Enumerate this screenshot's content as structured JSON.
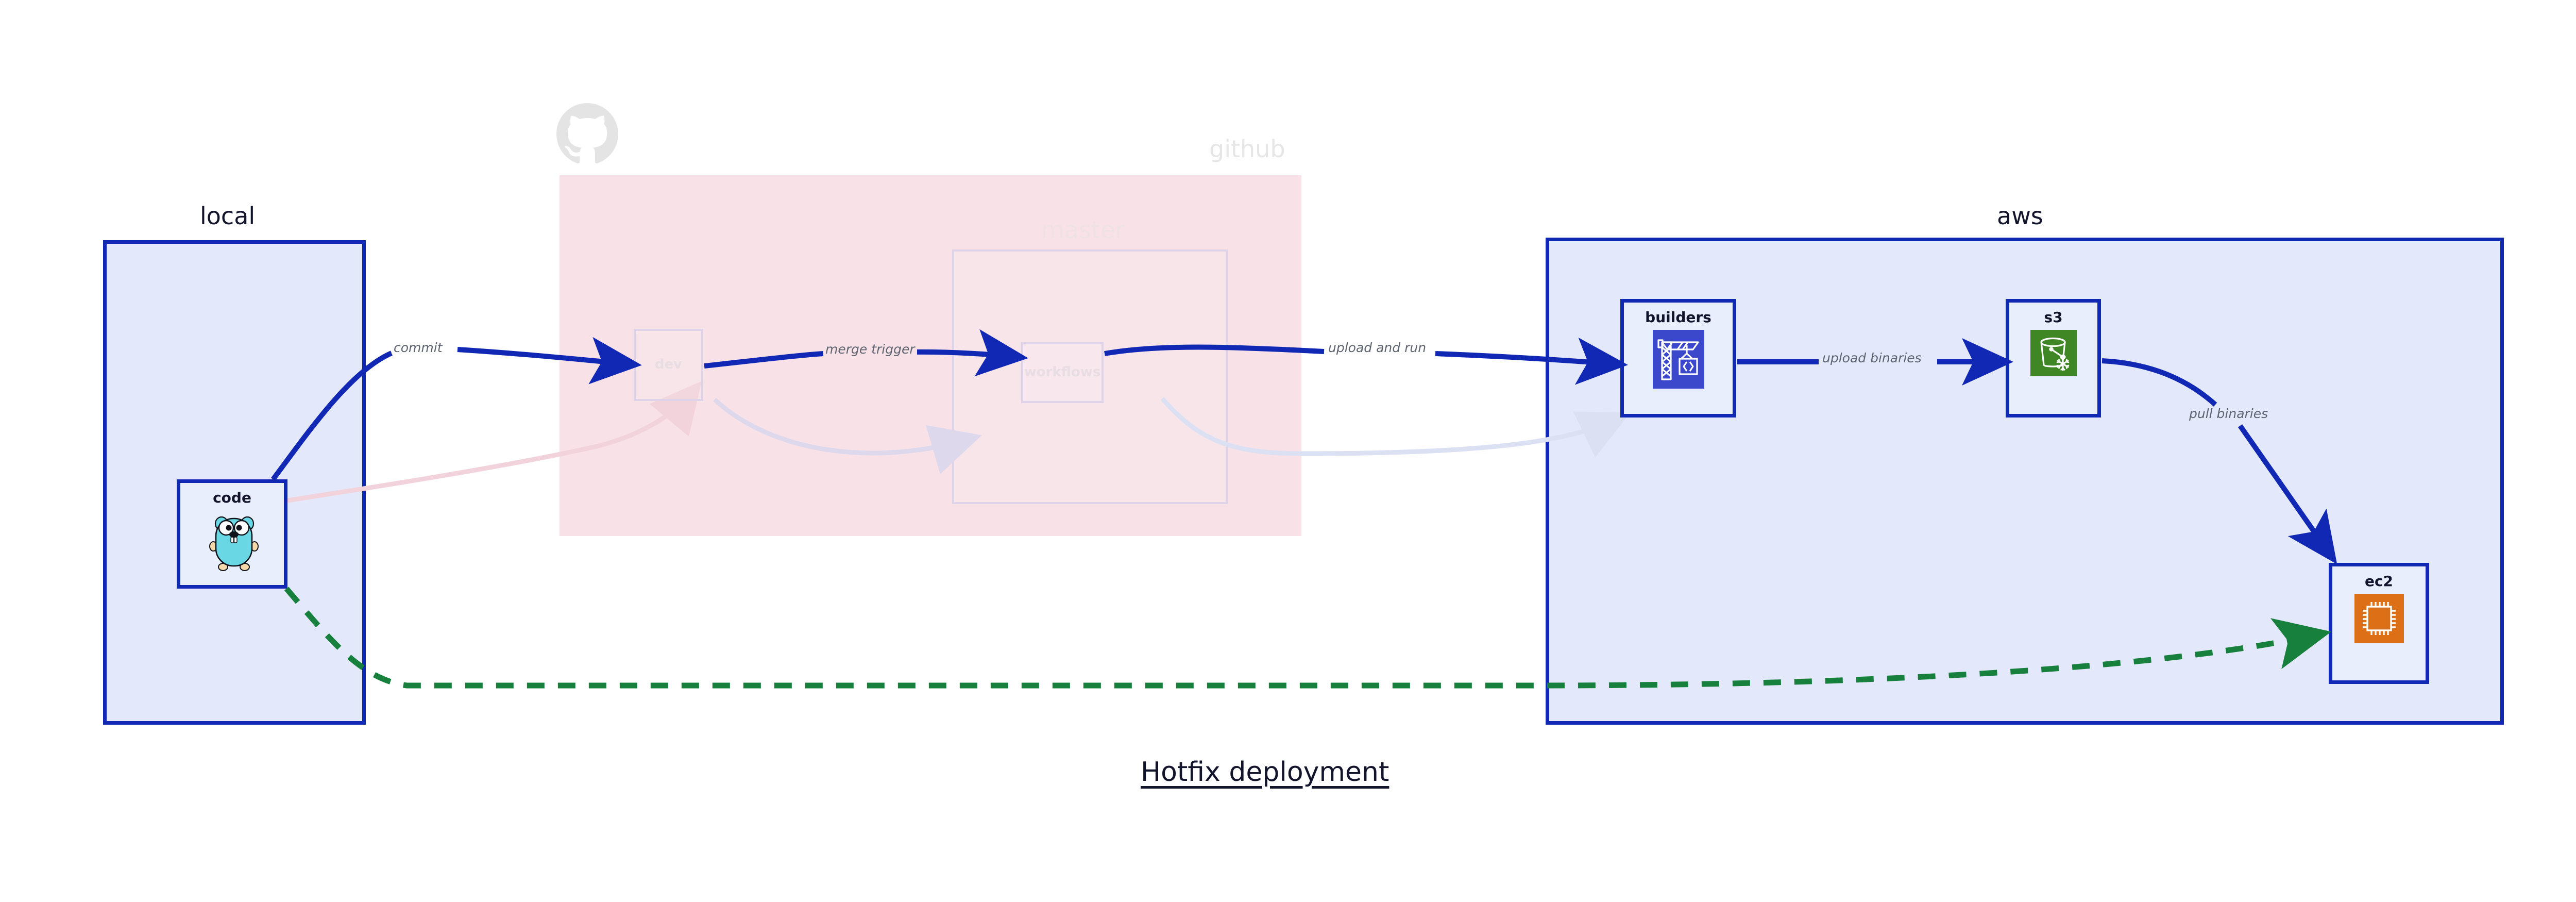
{
  "caption": "Hotfix deployment",
  "colors": {
    "cluster_border_blue": "#1128b5",
    "cluster_fill_blue": "#e3e8fb",
    "cluster_fill_pink": "#f8e2e7",
    "node_fill": "#e9eefc",
    "edge_blue": "#1128b5",
    "edge_green": "#16803c",
    "edge_label_gray": "#5d6470",
    "builders_icon_bg": "#3b48cc",
    "s3_icon_bg": "#3f8624",
    "ec2_icon_bg": "#dd7017",
    "gopher_body": "#6ad7e5",
    "ghost_gray": "#e6e6e6"
  },
  "clusters": [
    {
      "id": "local",
      "label": "local",
      "style": "blue"
    },
    {
      "id": "github",
      "label": "github",
      "style": "pink",
      "faded": true,
      "logo": "github-octocat-icon",
      "children": [
        {
          "id": "master",
          "label": "master",
          "faded": true
        }
      ]
    },
    {
      "id": "aws",
      "label": "aws",
      "style": "blue"
    }
  ],
  "nodes": [
    {
      "id": "code",
      "label": "code",
      "icon": "go-gopher-icon",
      "cluster": "local",
      "faded": false
    },
    {
      "id": "dev",
      "label": "dev",
      "icon": null,
      "cluster": "github",
      "faded": true
    },
    {
      "id": "workflows",
      "label": "workflows",
      "icon": null,
      "cluster": "master",
      "faded": true
    },
    {
      "id": "builders",
      "label": "builders",
      "icon": "aws-codebuild-crane-icon",
      "cluster": "aws",
      "faded": false
    },
    {
      "id": "s3",
      "label": "s3",
      "icon": "aws-s3-glacier-bucket-icon",
      "cluster": "aws",
      "faded": false
    },
    {
      "id": "ec2",
      "label": "ec2",
      "icon": "aws-ec2-chip-icon",
      "cluster": "aws",
      "faded": false
    }
  ],
  "edges": [
    {
      "id": "e-commit",
      "from": "code",
      "to": "dev",
      "label": "commit",
      "style": "solid",
      "color": "#1128b5",
      "label_bg": "white"
    },
    {
      "id": "e-merge-trigger",
      "from": "dev",
      "to": "workflows",
      "label": "merge trigger",
      "style": "solid",
      "color": "#1128b5",
      "label_bg": "pink"
    },
    {
      "id": "e-upload-and-run",
      "from": "workflows",
      "to": "builders",
      "label": "upload and run",
      "style": "solid",
      "color": "#1128b5",
      "label_bg": "white"
    },
    {
      "id": "e-upload-binaries",
      "from": "builders",
      "to": "s3",
      "label": "upload binaries",
      "style": "solid",
      "color": "#1128b5",
      "label_bg": "blue"
    },
    {
      "id": "e-pull-binaries",
      "from": "s3",
      "to": "ec2",
      "label": "pull binaries",
      "style": "solid",
      "color": "#1128b5",
      "label_bg": "blue"
    },
    {
      "id": "e-hotfix",
      "from": "code",
      "to": "ec2",
      "label": "",
      "style": "dashed",
      "color": "#16803c",
      "label_bg": "none"
    }
  ],
  "ghost_edges": [
    {
      "id": "g-code-dev",
      "from": "code",
      "to": "dev",
      "color": "#f5d9e0"
    },
    {
      "id": "g-dev-workflows",
      "from": "dev",
      "to": "workflows",
      "color": "#e0dced"
    },
    {
      "id": "g-workflows-builders",
      "from": "workflows",
      "to": "builders",
      "color": "#dfe3f5"
    }
  ]
}
